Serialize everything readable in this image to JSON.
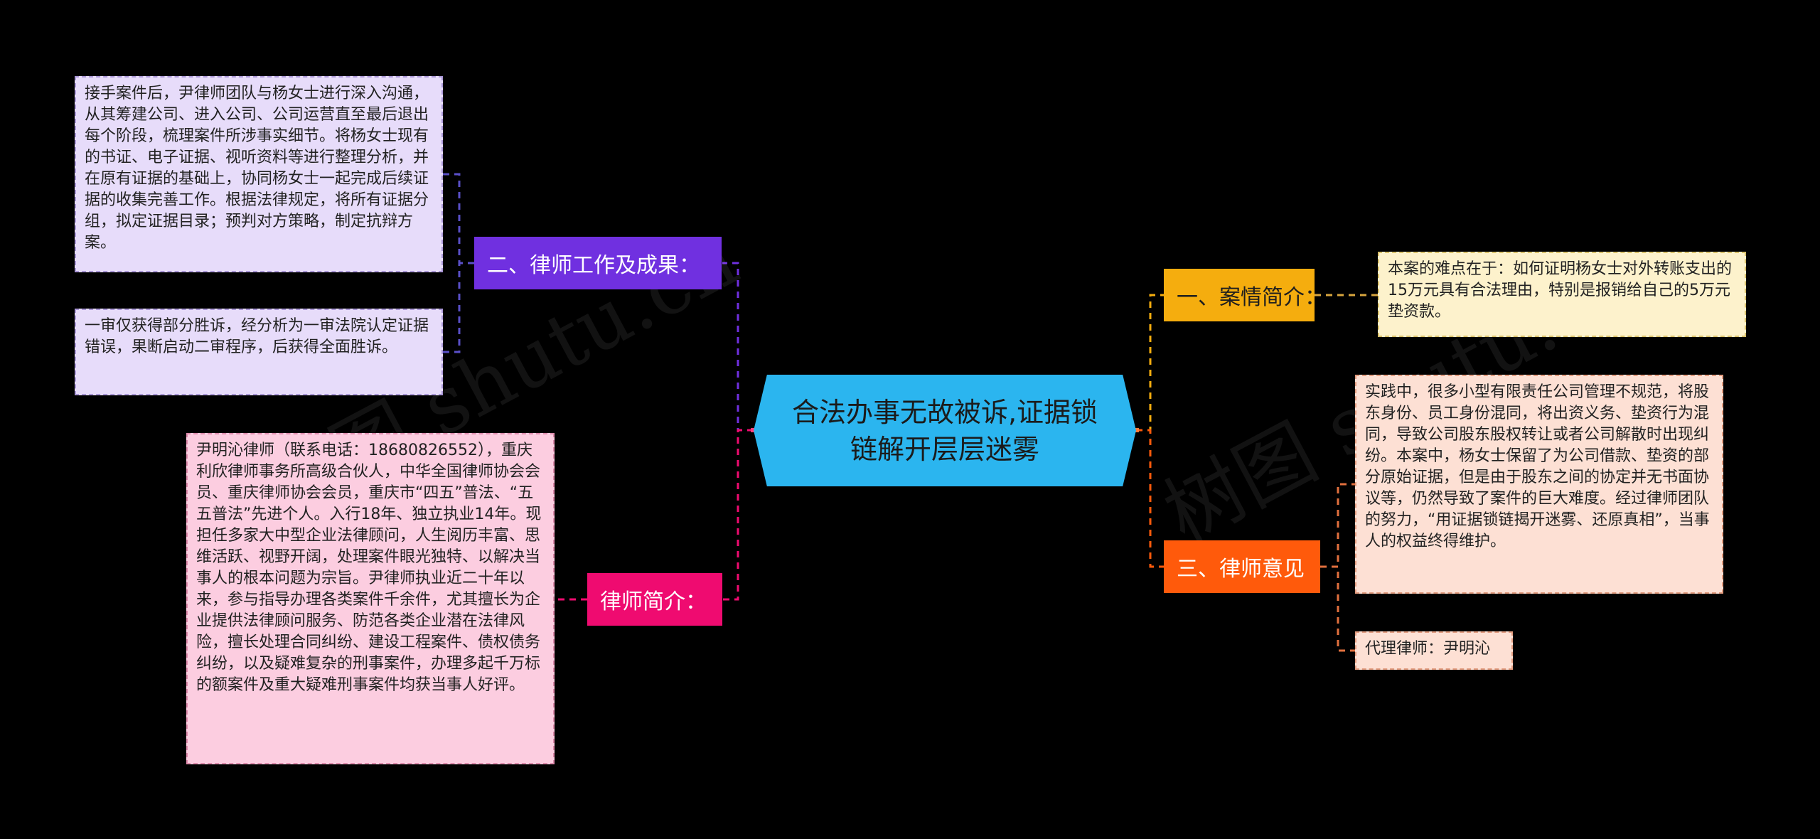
{
  "root": {
    "title": "合法办事无故被诉,证据锁链解开层层迷雾"
  },
  "branches": {
    "work": {
      "label": "二、律师工作及成果：",
      "color": "#7030e0"
    },
    "lawyer": {
      "label": "律师简介：",
      "color": "#ef0b70"
    },
    "case": {
      "label": "一、案情简介：",
      "color": "#f5ad0e"
    },
    "opinion": {
      "label": "三、律师意见",
      "color": "#ff5a0b"
    }
  },
  "leaves": {
    "work_1": "接手案件后，尹律师团队与杨女士进行深入沟通，从其筹建公司、进入公司、公司运营直至最后退出每个阶段，梳理案件所涉事实细节。将杨女士现有的书证、电子证据、视听资料等进行整理分析，并在原有证据的基础上，协同杨女士一起完成后续证据的收集完善工作。根据法律规定，将所有证据分组，拟定证据目录；预判对方策略，制定抗辩方案。",
    "work_2": "一审仅获得部分胜诉，经分析为一审法院认定证据错误，果断启动二审程序，后获得全面胜诉。",
    "lawyer_bio": "尹明沁律师（联系电话：18680826552），重庆利欣律师事务所高级合伙人，中华全国律师协会会员、重庆律师协会会员，重庆市“四五”普法、“五五普法”先进个人。入行18年、独立执业14年。现担任多家大中型企业法律顾问，人生阅历丰富、思维活跃、视野开阔，处理案件眼光独特、以解决当事人的根本问题为宗旨。尹律师执业近二十年以来，参与指导办理各类案件千余件，尤其擅长为企业提供法律顾问服务、防范各类企业潜在法律风险，擅长处理合同纠纷、建设工程案件、债权债务纠纷，以及疑难复杂的刑事案件，办理多起千万标的额案件及重大疑难刑事案件均获当事人好评。",
    "case_1": "本案的难点在于：如何证明杨女士对外转账支出的15万元具有合法理由，特别是报销给自己的5万元垫资款。",
    "opinion_1": "实践中，很多小型有限责任公司管理不规范，将股东身份、员工身份混同，将出资义务、垫资行为混同，导致公司股东股权转让或者公司解散时出现纠纷。本案中，杨女士保留了为公司借款、垫资的部分原始证据，但是由于股东之间的协定并无书面协议等，仍然导致了案件的巨大难度。经过律师团队的努力，“用证据锁链揭开迷雾、还原真相”，当事人的权益终得维护。",
    "opinion_2": "代理律师：尹明沁"
  },
  "watermark": {
    "text_1": "树图 shutu.cn",
    "text_2": "树图 shutu.cn"
  }
}
